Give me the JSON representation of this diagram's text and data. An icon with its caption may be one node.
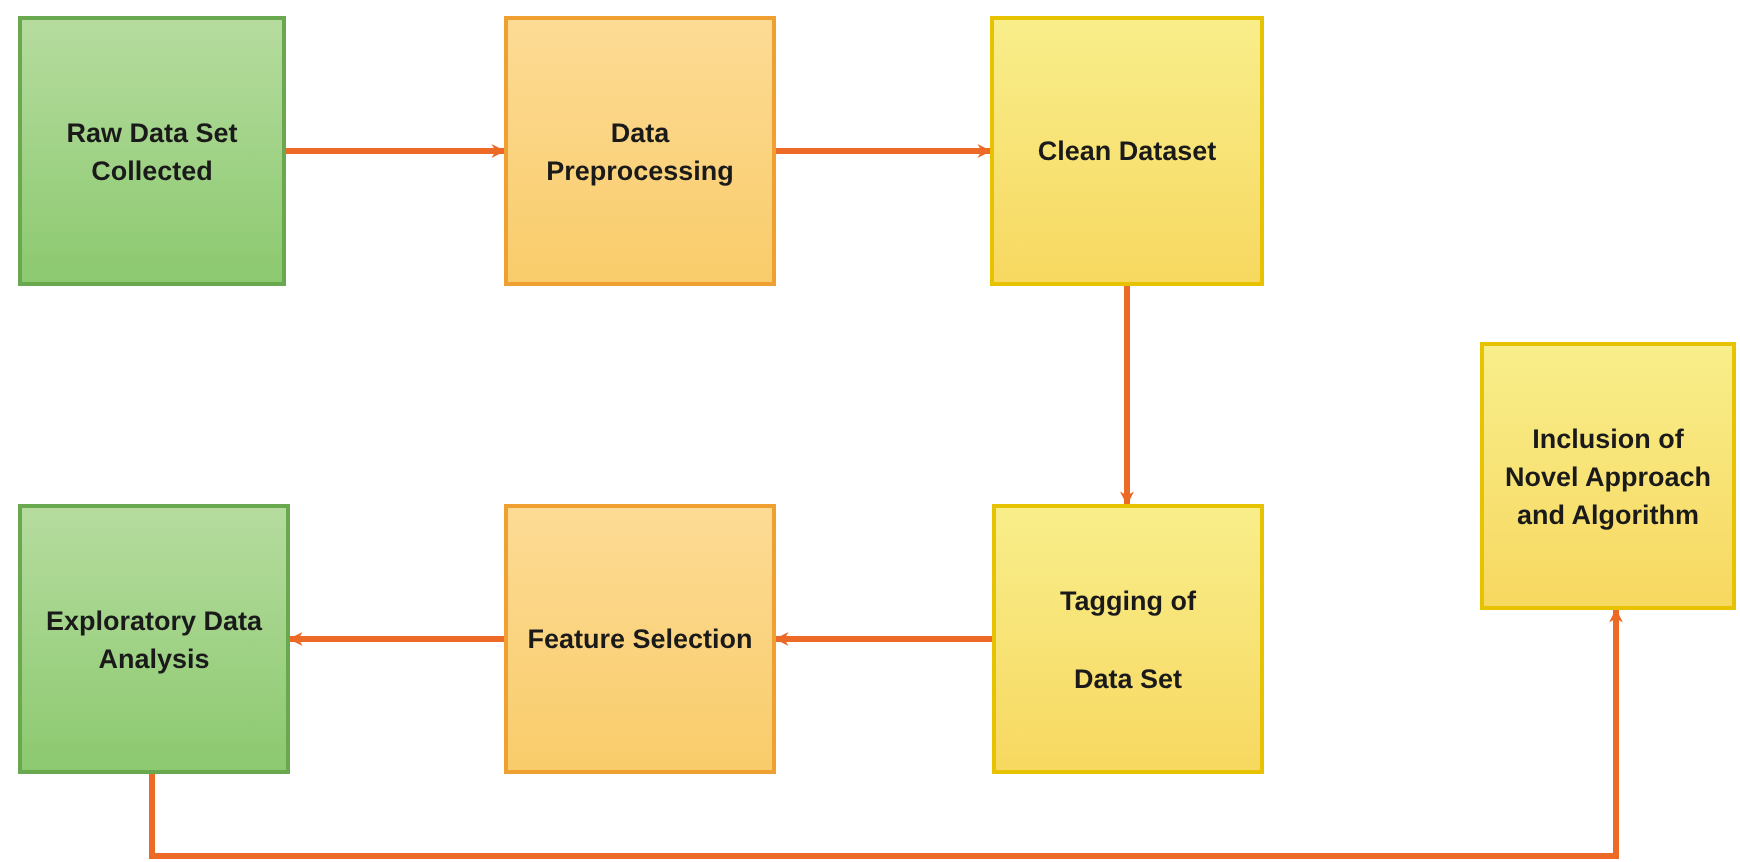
{
  "diagram": {
    "nodes": [
      {
        "text": [
          "Raw Data Set Collected"
        ]
      },
      {
        "text": [
          "Data Preprocessing"
        ]
      },
      {
        "text": [
          "Clean Dataset"
        ]
      },
      {
        "text": [
          "Tagging of",
          "Data Set"
        ]
      },
      {
        "text": [
          "Feature Selection"
        ]
      },
      {
        "text": [
          "Exploratory Data Analysis"
        ]
      },
      {
        "text": [
          "Inclusion of Novel Approach and Algorithm"
        ]
      }
    ],
    "edges": [
      {
        "from": 0,
        "to": 1,
        "arrow": "to"
      },
      {
        "from": 1,
        "to": 2,
        "arrow": "to"
      },
      {
        "from": 2,
        "to": 3,
        "arrow": "to"
      },
      {
        "from": 3,
        "to": 4,
        "arrow": "to"
      },
      {
        "from": 4,
        "to": 5,
        "arrow": "to"
      },
      {
        "from": 5,
        "to": 6,
        "arrow": "to"
      }
    ]
  }
}
